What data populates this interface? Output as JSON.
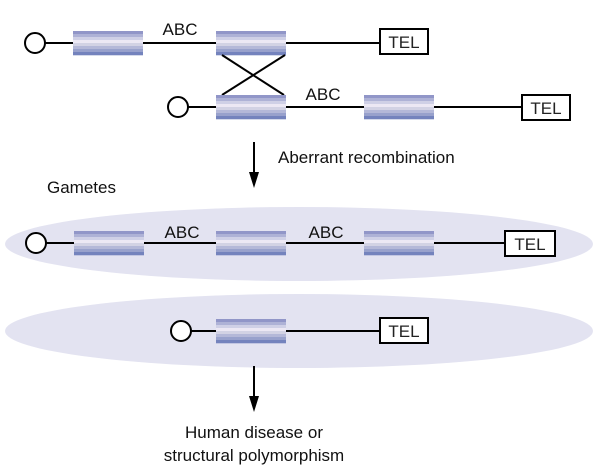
{
  "diagram": {
    "colors": {
      "ellipse_fill": "#e3e3f1",
      "gene_stripes": [
        "#9196c8",
        "#aeb2d6",
        "#cfd0e6",
        "#ece8f4",
        "#d2d2e4",
        "#b4b8d8",
        "#98a1cc",
        "#7483bd"
      ],
      "line": "#000000",
      "centromere_fill": "#ffffff"
    },
    "top_chromosome": {
      "spacer_label": "ABC",
      "telomere_label": "TEL"
    },
    "bottom_chromosome": {
      "spacer_label": "ABC",
      "telomere_label": "TEL"
    },
    "step1": {
      "arrow": "down-arrow",
      "label": "Aberrant recombination"
    },
    "gametes_label": "Gametes",
    "gamete1": {
      "spacer_labels": [
        "ABC",
        "ABC"
      ],
      "telomere_label": "TEL"
    },
    "gamete2": {
      "telomere_label": "TEL"
    },
    "outcome": {
      "line1": "Human disease or",
      "line2": "structural polymorphism"
    }
  }
}
